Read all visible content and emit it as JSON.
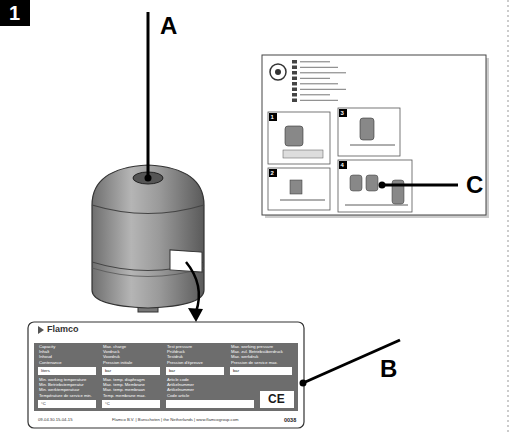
{
  "diagram": {
    "nodes": [
      {
        "text": [
          "1"
        ]
      }
    ],
    "labels": [
      "A",
      "C",
      "B",
      "Flamco",
      "Capacity",
      "Inhalt",
      "Inhoud",
      "Contenance",
      "Max. charge",
      "Vordruck",
      "Voordruk",
      "Pression initiale",
      "Test pressure",
      "Prüfdruck",
      "Testdruk",
      "Pression d'épreuve",
      "Max. working pressure",
      "Max. zul. Betriebsüberdruck",
      "Max. werkdruk",
      "Pression de service max.",
      "liters",
      "bar",
      "bar",
      "bar",
      "Min. working temperature",
      "Min. Betriebstemperatur",
      "Min. werktemperatuur",
      "Température de service min.",
      "Max. temp. diaphragm",
      "Max. temp. Membrane",
      "Max. temp. membraan",
      "Temp. membrane max.",
      "Article code",
      "Artikelnummer",
      "Artikelnummer",
      "Code article",
      "°C",
      "°C",
      "CE",
      "0038",
      "09-04.30.15-04-15",
      "Flamco B.V. | Bunschoten | the Netherlands | www.flamcogroup.com",
      "1",
      "2",
      "3",
      "4"
    ]
  }
}
